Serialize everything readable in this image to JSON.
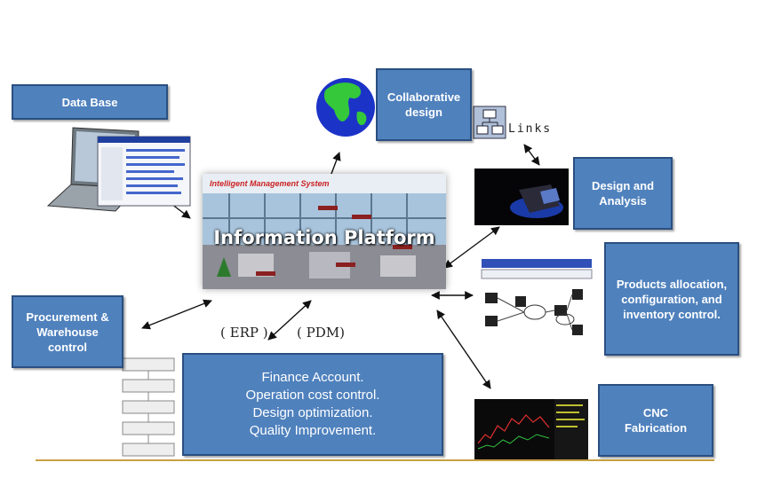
{
  "center": {
    "title": "Information Platform",
    "banner": "Intelligent Management System"
  },
  "nodes": {
    "database": "Data Base",
    "collaborative": "Collaborative\ndesign",
    "design_analysis": "Design and\nAnalysis",
    "products": "Products allocation,\nconfiguration, and\ninventory control.",
    "procurement": "Procurement &\nWarehouse\ncontrol",
    "cnc": "CNC\nFabrication"
  },
  "finance": {
    "line1": "Finance Account.",
    "line2": "Operation cost control.",
    "line3": "Design optimization.",
    "line4": "Quality Improvement."
  },
  "captions": {
    "erp": "( ERP )",
    "pdm": "( PDM)",
    "links": "Links"
  },
  "colors": {
    "box_fill": "#4f81bd",
    "box_border": "#2a4f80",
    "baseline": "#c8a040"
  }
}
